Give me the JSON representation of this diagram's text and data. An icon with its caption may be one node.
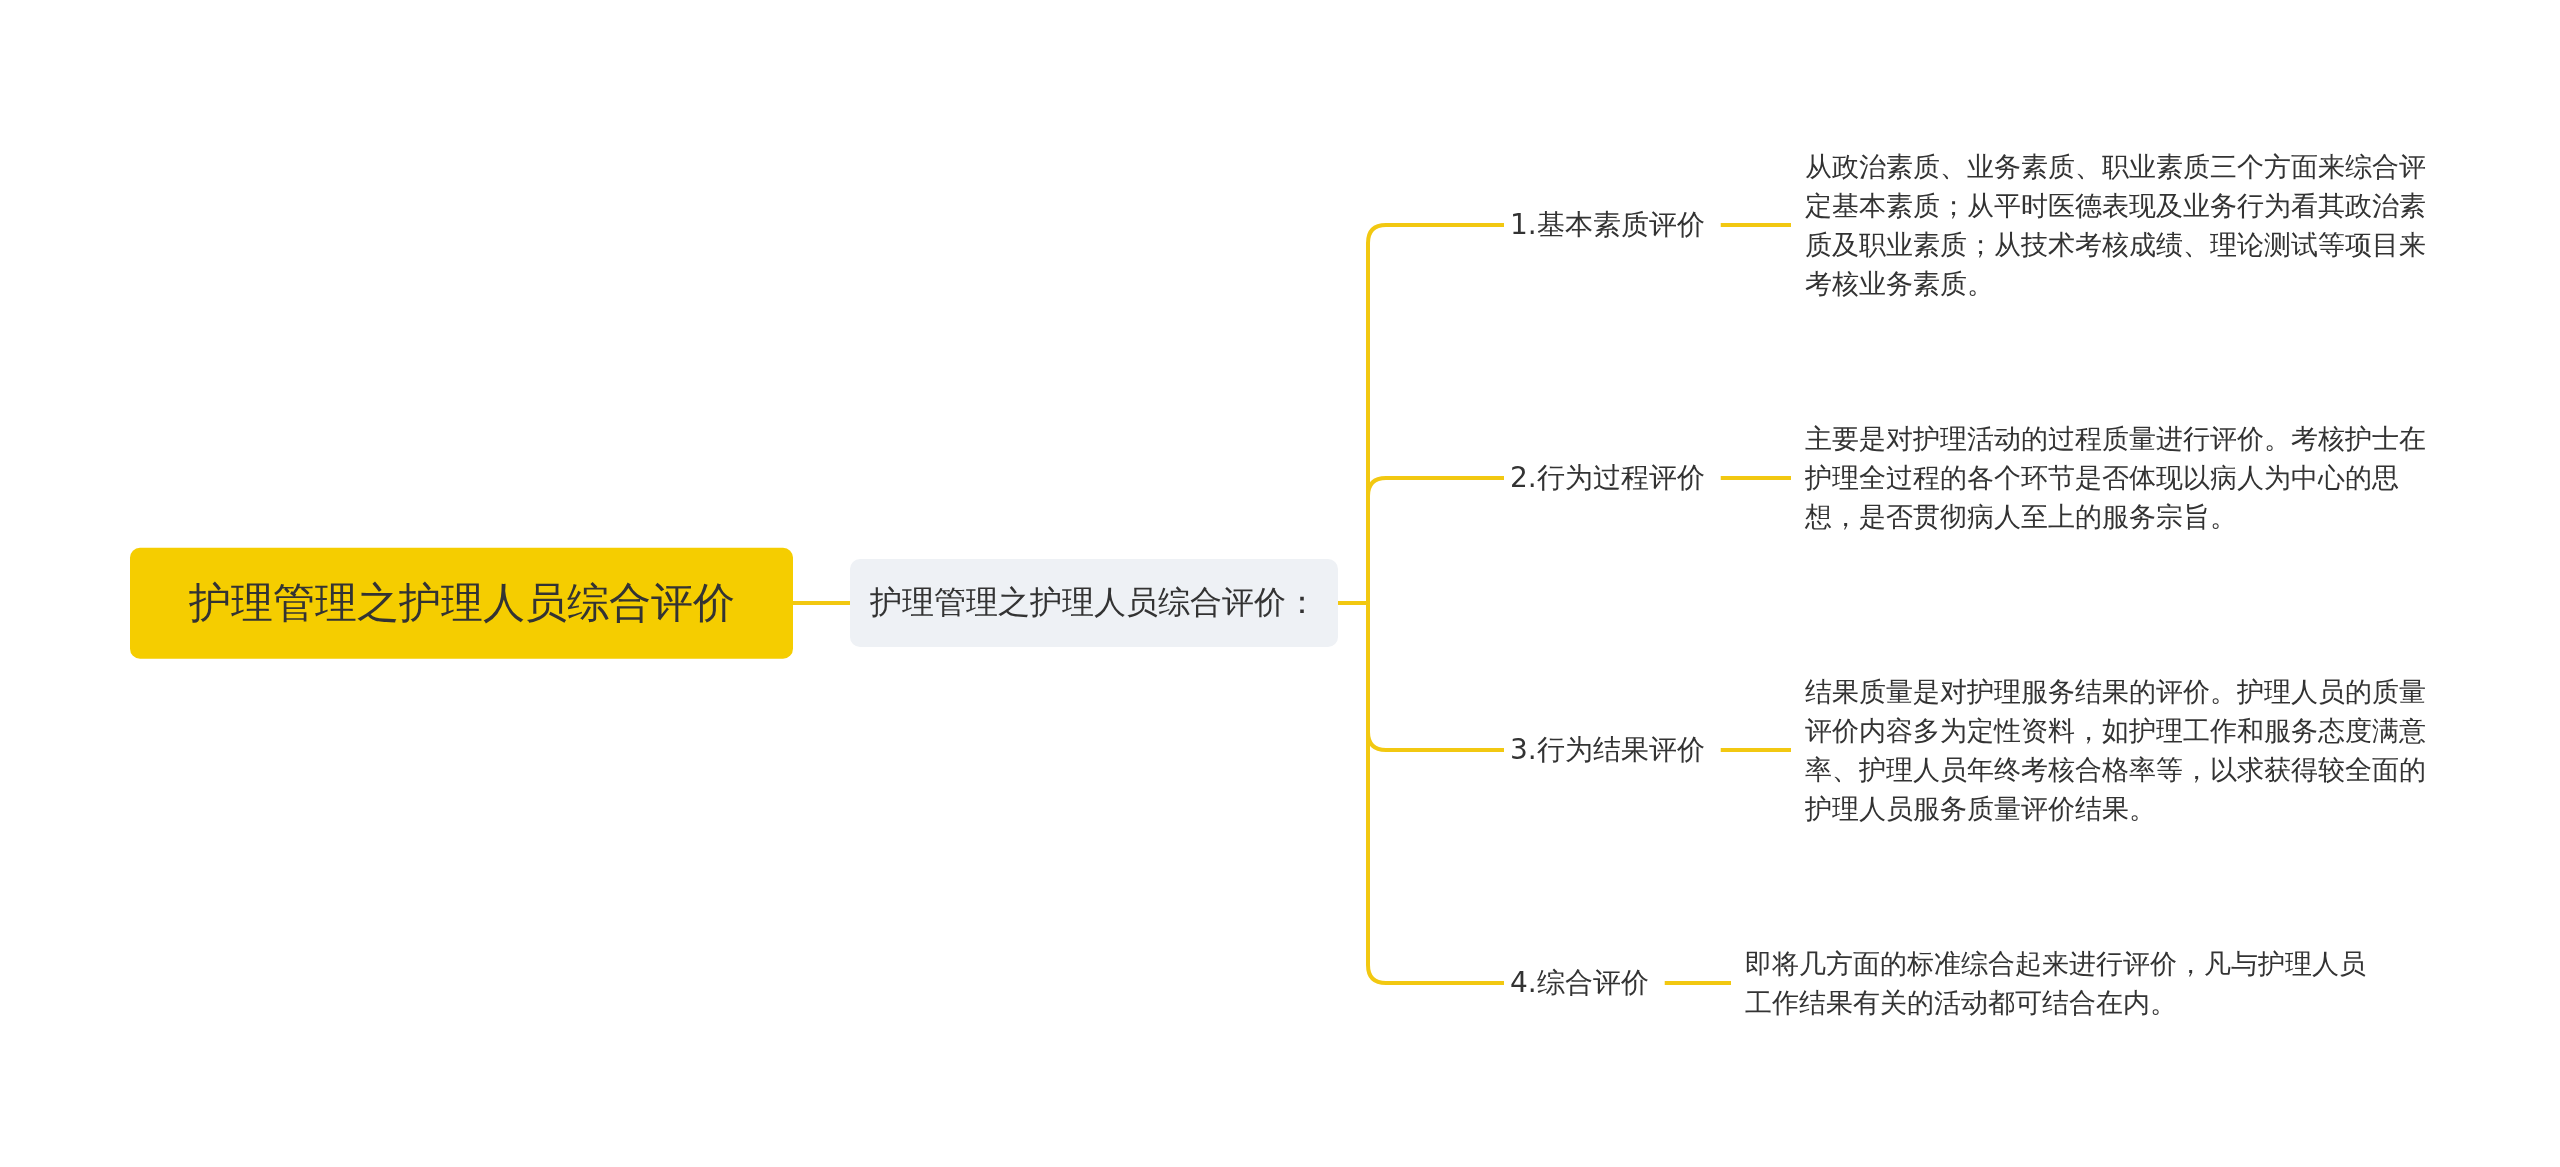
{
  "diagram": {
    "nodes": [
      {
        "text": [
          "护理管理之护理人员综合评价"
        ]
      },
      {
        "text": [
          "护理管理之护理人员综合评价："
        ]
      },
      {
        "text": [
          "1.基本素质评价"
        ]
      },
      {
        "text": [
          "从政治素质、业务素质、职业素质三个方面来综合评定基本素质；从平时医德表现及业务行为看其政治素质及职业素质；从技术考核成绩、理论测试等项目来考核业务素质。"
        ]
      },
      {
        "text": [
          "2.行为过程评价"
        ]
      },
      {
        "text": [
          "主要是对护理活动的过程质量进行评价。考核护士在护理全过程的各个环节是否体现以病人为中心的思想，是否贯彻病人至上的服务宗旨。"
        ]
      },
      {
        "text": [
          "3.行为结果评价"
        ]
      },
      {
        "text": [
          "结果质量是对护理服务结果的评价。护理人员的质量评价内容多为定性资料，如护理工作和服务态度满意率、护理人员年终考核合格率等，以求获得较全面的护理人员服务质量评价结果。"
        ]
      },
      {
        "text": [
          "4.综合评价"
        ]
      },
      {
        "text": [
          "即将几方面的标准综合起来进行评价，凡与护理人员工作结果有关的活动都可结合在内。"
        ]
      }
    ],
    "edges": [
      {
        "from": 0,
        "to": 1,
        "arrow": "none"
      },
      {
        "from": 1,
        "to": 2,
        "arrow": "none"
      },
      {
        "from": 1,
        "to": 4,
        "arrow": "none"
      },
      {
        "from": 1,
        "to": 6,
        "arrow": "none"
      },
      {
        "from": 1,
        "to": 8,
        "arrow": "none"
      },
      {
        "from": 2,
        "to": 3,
        "arrow": "none"
      },
      {
        "from": 4,
        "to": 5,
        "arrow": "none"
      },
      {
        "from": 6,
        "to": 7,
        "arrow": "none"
      },
      {
        "from": 8,
        "to": 9,
        "arrow": "none"
      }
    ]
  }
}
